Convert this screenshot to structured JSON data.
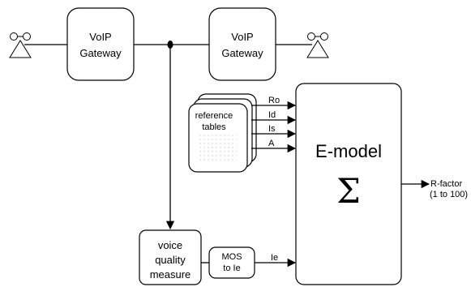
{
  "gateway_left": {
    "line1": "VoIP",
    "line2": "Gateway"
  },
  "gateway_right": {
    "line1": "VoIP",
    "line2": "Gateway"
  },
  "reference_tables": {
    "line1": "reference",
    "line2": "tables"
  },
  "inputs": {
    "ro": "Ro",
    "id": "Id",
    "is": "Is",
    "a": "A",
    "ie": "Ie"
  },
  "emodel": {
    "title": "E-model",
    "symbol": "Σ"
  },
  "output": {
    "line1": "R-factor",
    "line2": "(1 to 100)"
  },
  "voice_quality": {
    "line1": "voice",
    "line2": "quality",
    "line3": "measure"
  },
  "mos_to_ie": {
    "line1": "MOS",
    "line2": "to Ie"
  }
}
